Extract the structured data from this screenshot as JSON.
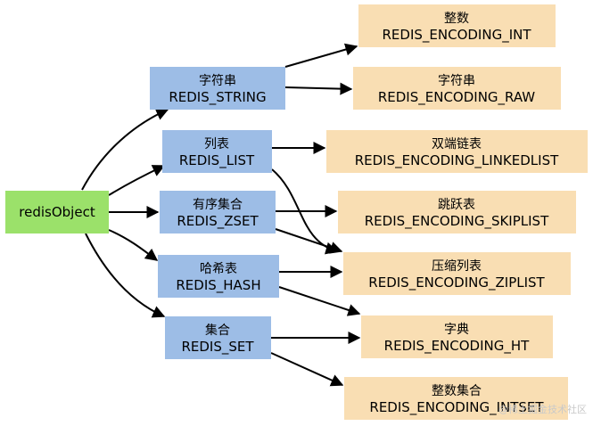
{
  "root": {
    "label": "redisObject"
  },
  "types": [
    {
      "cn": "字符串",
      "en": "REDIS_STRING"
    },
    {
      "cn": "列表",
      "en": "REDIS_LIST"
    },
    {
      "cn": "有序集合",
      "en": "REDIS_ZSET"
    },
    {
      "cn": "哈希表",
      "en": "REDIS_HASH"
    },
    {
      "cn": "集合",
      "en": "REDIS_SET"
    }
  ],
  "encodings": [
    {
      "cn": "整数",
      "en": "REDIS_ENCODING_INT"
    },
    {
      "cn": "字符串",
      "en": "REDIS_ENCODING_RAW"
    },
    {
      "cn": "双端链表",
      "en": "REDIS_ENCODING_LINKEDLIST"
    },
    {
      "cn": "跳跃表",
      "en": "REDIS_ENCODING_SKIPLIST"
    },
    {
      "cn": "压缩列表",
      "en": "REDIS_ENCODING_ZIPLIST"
    },
    {
      "cn": "字典",
      "en": "REDIS_ENCODING_HT"
    },
    {
      "cn": "整数集合",
      "en": "REDIS_ENCODING_INTSET"
    }
  ],
  "watermark": "@稀土掘金技术社区",
  "colors": {
    "root": "#9be16a",
    "type": "#9dbde6",
    "encoding": "#f9deb3",
    "edge": "#000000"
  }
}
